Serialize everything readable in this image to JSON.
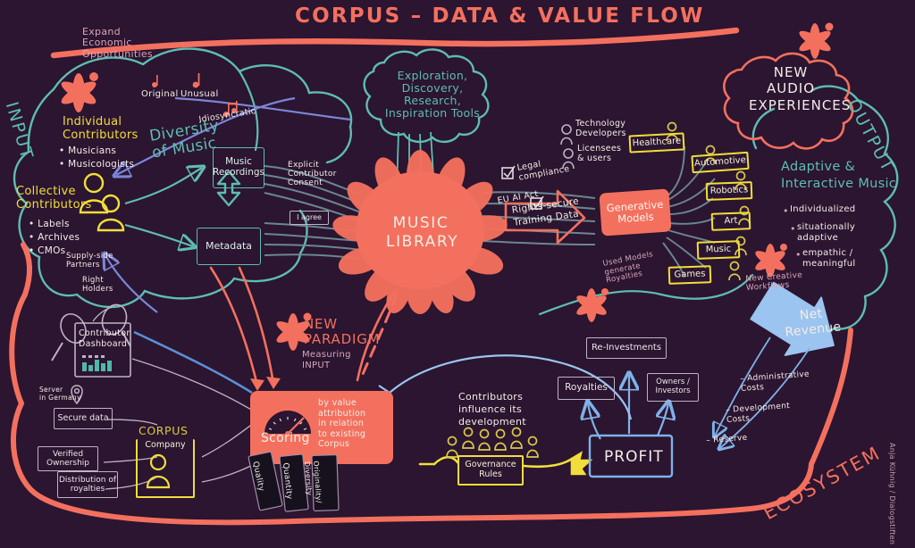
{
  "meta": {
    "title": "CORPUS – DATA & VALUE FLOW",
    "signature": "Anja Kühnig / Dialogstiften",
    "bg_color": "#2B1530",
    "coral": "#F4705E",
    "teal": "#5FBDB0",
    "yellow": "#F2DE3A",
    "blue": "#9BC4F0",
    "white": "#F4EDE7",
    "pink": "#D9A6B8"
  },
  "zones": {
    "input_label": "INPUT",
    "output_label": "OUTPUT",
    "ecosystem_label": "ECOSYSTEM"
  },
  "input": {
    "burst_note": "Expand\nEconomic\nOpportunities",
    "individual_title": "Individual\nContributors",
    "individual_items": [
      "• Musicians",
      "• Musicologists"
    ],
    "collective_title": "Collective\nContributors",
    "collective_items": [
      "• Labels",
      "• Archives",
      "• CMOs"
    ],
    "supply_side": "Supply-side\nPartners",
    "right_holders": "Right\nHolders",
    "diversity_title": "Diversity\nof Music",
    "tags": [
      "Original",
      "Unusual",
      "Idiosyncratic"
    ],
    "boxes": [
      "Music\nRecordings",
      "Metadata"
    ],
    "consent_label": "Explicit\nContributor\nConsent",
    "consent_button": "I agree"
  },
  "center": {
    "cloud_text": "Exploration,\nDiscovery,\nResearch,\nInspiration Tools",
    "library_label": "MUSIC\nLIBRARY",
    "checks": [
      "Legal\ncompliance",
      "EU AI Act"
    ],
    "arrow_label": "Rights-secure\nTraining Data"
  },
  "models": {
    "label": "Generative\nModels",
    "actors": [
      "Technology\nDevelopers",
      "Licensees\n& users"
    ],
    "sectors": [
      "Healthcare",
      "Automotive",
      "Robotics",
      "Art",
      "Music",
      "Games"
    ],
    "royalty_note": "Used Models\ngenerate\nRoyalties",
    "workflow_note": "New Creative\nWorkflows"
  },
  "output": {
    "cloud_text": "NEW\nAUDIO\nEXPERIENCES",
    "heading": "Adaptive &\nInteractive Music",
    "bullets": [
      "Individualized",
      "situationally\nadaptive",
      "empathic /\nmeaningful"
    ]
  },
  "ecosystem": {
    "dashboard_title": "Contributor\nDashboard",
    "server_note": "Server\nin Germany",
    "boxes": [
      "Secure data",
      "Verified\nOwnership",
      "Distribution\nof royalties"
    ],
    "corpus_label": "CORPUS",
    "company_label": "Company"
  },
  "scoring": {
    "paradigm_title": "NEW\nPARADIGM",
    "paradigm_sub": "Measuring\nINPUT",
    "panel_label": "Scoring",
    "panel_note": "by value\nattribution\nin relation\nto existing\nCorpus",
    "cards": [
      "Quality",
      "Quantity",
      "Originality/\nDiversity"
    ]
  },
  "value": {
    "contributors_note": "Contributors\ninfluence its\ndevelopment",
    "governance_label": "Governance\nRules",
    "profit_label": "PROFIT",
    "boxes": [
      "Royalties",
      "Re-Investments",
      "Owners /\nInvestors"
    ],
    "net_revenue": "Net\nRevenue",
    "deductions": [
      "– Administrative\n   Costs",
      "– Development\n   Costs",
      "– Reserve"
    ]
  }
}
